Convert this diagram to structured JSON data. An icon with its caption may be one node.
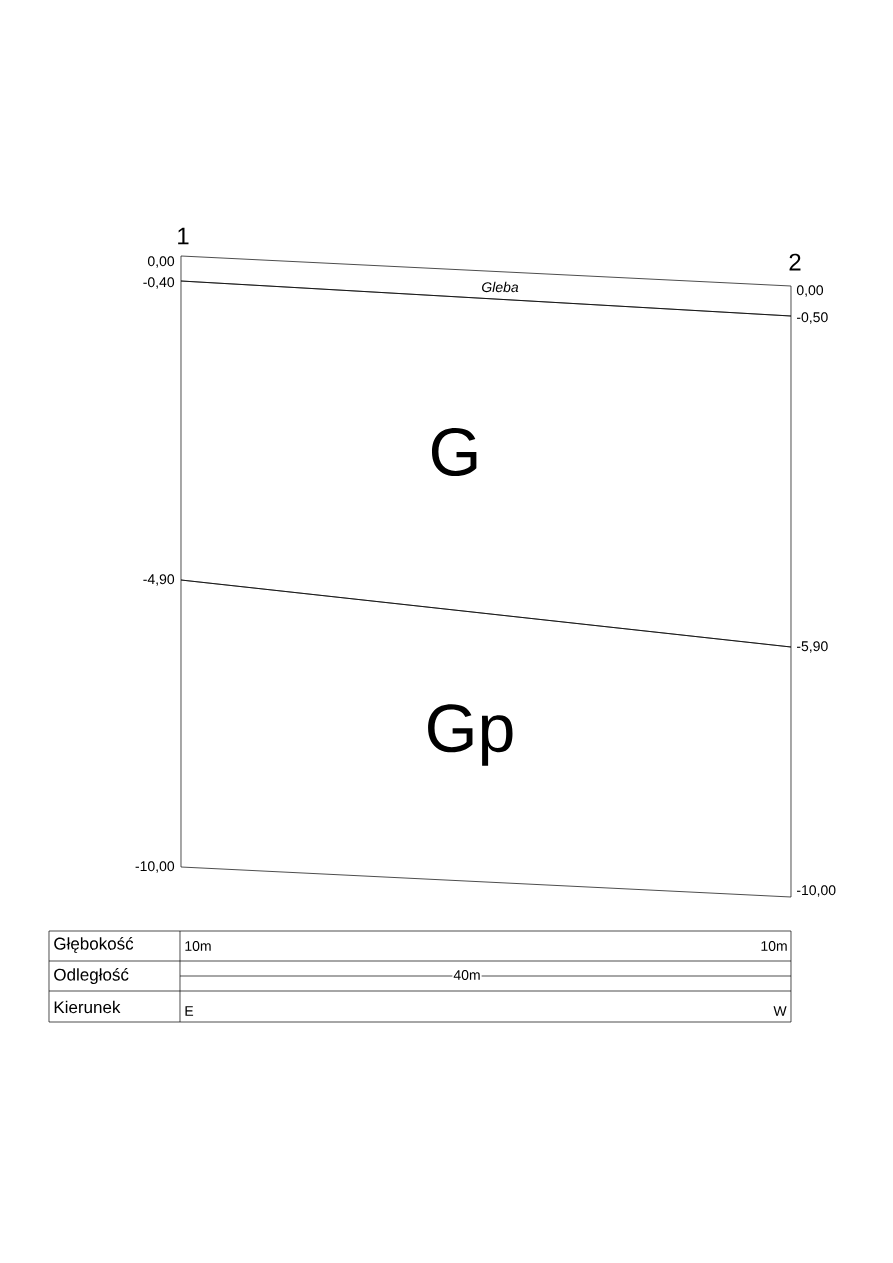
{
  "diagram": {
    "nodes": [
      {
        "text": [
          "Gleba"
        ]
      },
      {
        "text": [
          "G"
        ]
      },
      {
        "text": [
          "Gp"
        ]
      }
    ],
    "edges": [],
    "labels": [
      "1",
      "0,00",
      "-0,40",
      "2",
      "0,00",
      "-0,50",
      "-4,90",
      "-5,90",
      "-10,00",
      "-10,00",
      "Głębokość",
      "10m",
      "10m",
      "Odległość",
      "40m",
      "Kierunek",
      "E",
      "W"
    ]
  }
}
